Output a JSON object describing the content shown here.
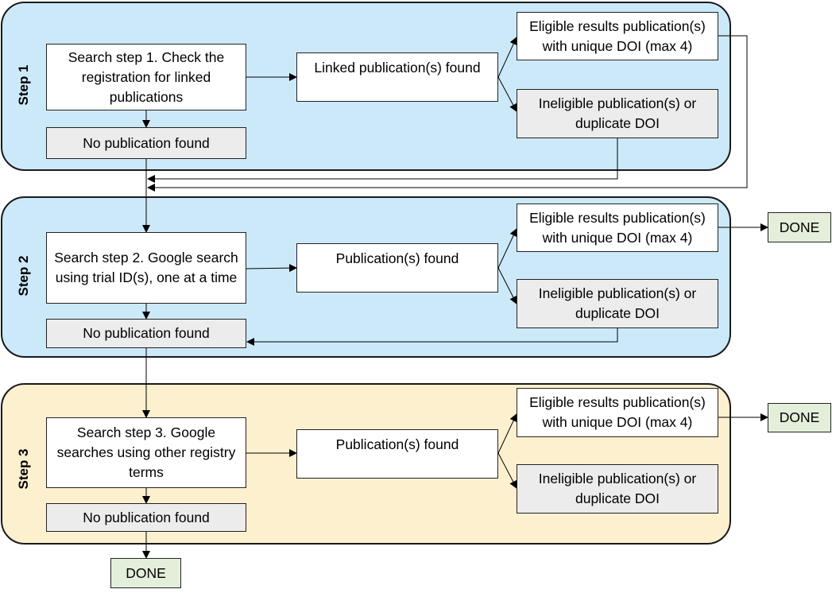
{
  "steps": [
    {
      "label": "Step 1",
      "search": "Search step 1. Check the registration for linked publications",
      "found": "Linked publication(s) found",
      "eligible": "Eligible results publication(s) with unique DOI (max 4)",
      "ineligible": "Ineligible publication(s) or duplicate DOI",
      "none": "No publication found"
    },
    {
      "label": "Step 2",
      "search": "Search step 2. Google search using trial ID(s), one at a time",
      "found": "Publication(s) found",
      "eligible": "Eligible results publication(s) with unique DOI (max 4)",
      "ineligible": "Ineligible publication(s) or duplicate DOI",
      "none": "No publication found",
      "done": "DONE"
    },
    {
      "label": "Step 3",
      "search": "Search step 3. Google searches using other registry terms",
      "found": "Publication(s) found",
      "eligible": "Eligible results publication(s) with unique DOI (max 4)",
      "ineligible": "Ineligible publication(s) or duplicate DOI",
      "none": "No publication found",
      "done": "DONE"
    }
  ],
  "final_done": "DONE",
  "colors": {
    "step_blue": "#cce9fa",
    "step_yellow": "#fdf0cf",
    "box_white": "#ffffff",
    "box_gray": "#ececec",
    "done_green": "#e3efda"
  }
}
